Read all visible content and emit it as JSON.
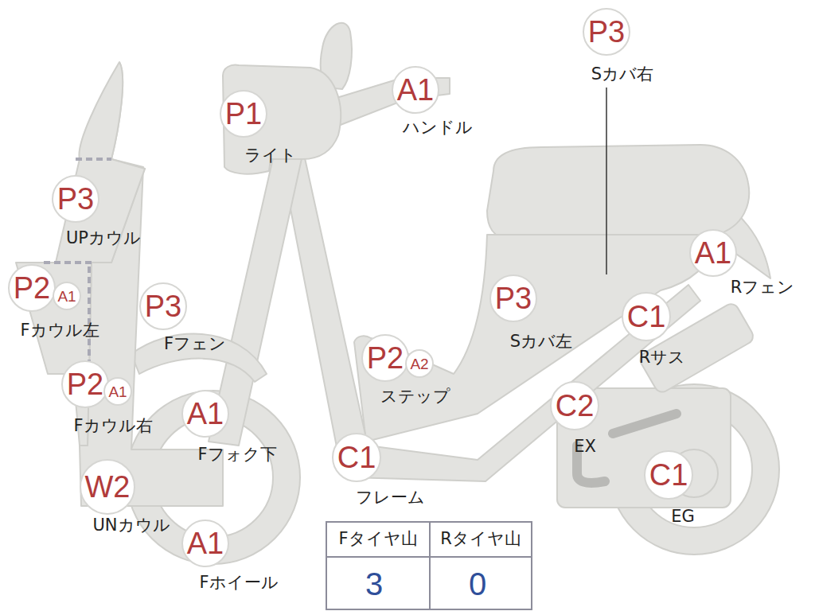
{
  "diagram": {
    "nodes": [
      {
        "text": [
          "P3"
        ]
      },
      {
        "text": [
          "A1"
        ]
      },
      {
        "text": [
          "P1"
        ]
      },
      {
        "text": [
          "P3"
        ]
      },
      {
        "text": [
          "A1"
        ]
      },
      {
        "text": [
          "P2"
        ]
      },
      {
        "text": [
          "A1"
        ]
      },
      {
        "text": [
          "P3"
        ]
      },
      {
        "text": [
          "P3"
        ]
      },
      {
        "text": [
          "C1"
        ]
      },
      {
        "text": [
          "P2"
        ]
      },
      {
        "text": [
          "A2"
        ]
      },
      {
        "text": [
          "P2"
        ]
      },
      {
        "text": [
          "A1"
        ]
      },
      {
        "text": [
          "A1"
        ]
      },
      {
        "text": [
          "C2"
        ]
      },
      {
        "text": [
          "C1"
        ]
      },
      {
        "text": [
          "C1"
        ]
      },
      {
        "text": [
          "W2"
        ]
      },
      {
        "text": [
          "A1"
        ]
      }
    ],
    "labels": [
      "Sカバ右",
      "ハンドル",
      "ライト",
      "UPカウル",
      "Rフェン",
      "Fカウル左",
      "Fフェン",
      "Sカバ左",
      "Rサス",
      "ステップ",
      "Fカウル右",
      "Fフォク下",
      "EX",
      "フレーム",
      "EG",
      "UNカウル",
      "Fホイール",
      "Fタイヤ山",
      "Rタイヤ山",
      "3",
      "0"
    ]
  }
}
